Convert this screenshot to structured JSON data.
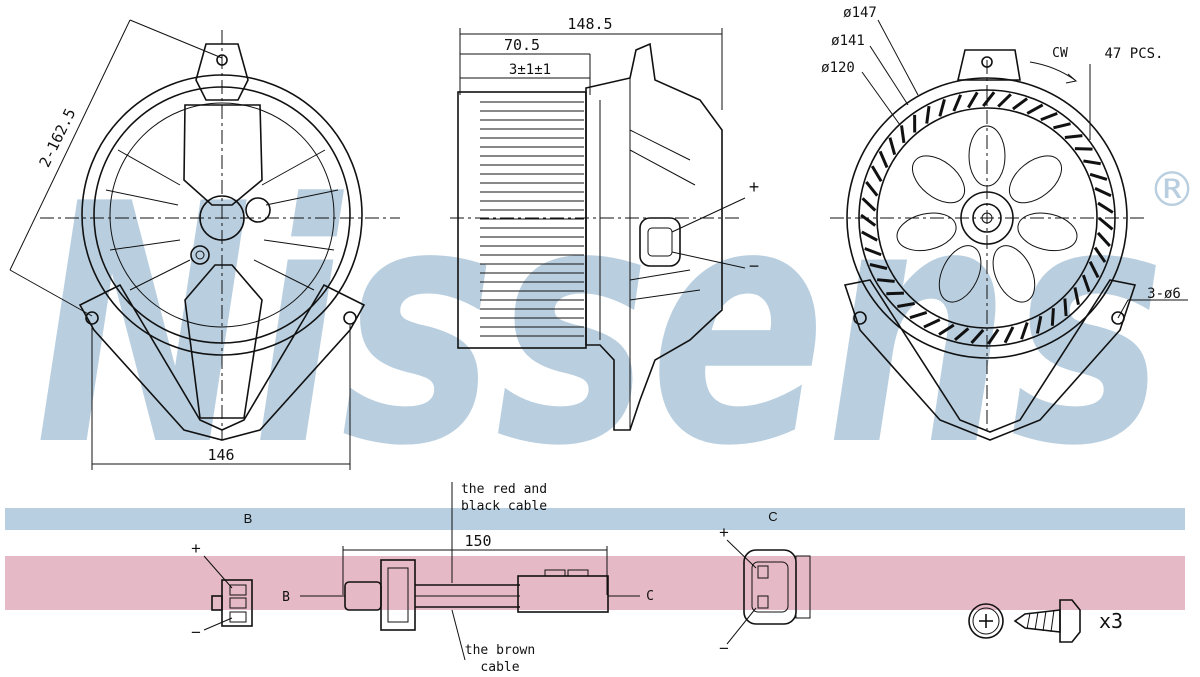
{
  "watermark": {
    "text": "Nissens",
    "registered": "®",
    "color": "#b9cfe0"
  },
  "bands": [
    {
      "label": "B",
      "color": "#b7cfe0"
    },
    {
      "label": "C",
      "color": "#b7cfe0"
    },
    {
      "color": "#e6b9c6"
    }
  ],
  "dimensions": {
    "front_width": "146",
    "front_diagonal": "2-162.5",
    "side_total": "148.5",
    "side_depth": "70.5",
    "side_offset": "3±1±1",
    "rear_d1": "ø147",
    "rear_d2": "ø141",
    "rear_d3": "ø120",
    "rotation": "CW",
    "blade_count": "47 PCS.",
    "mount_holes": "3-ø6",
    "cable_length": "150"
  },
  "polarity": {
    "plus": "+",
    "minus": "−"
  },
  "cables": {
    "red_black_line1": "the red and",
    "red_black_line2": "black cable",
    "brown_line1": "the brown",
    "brown_line2": "cable"
  },
  "connectors": {
    "b": "B",
    "c": "C"
  },
  "screws": {
    "qty": "x3"
  },
  "colors": {
    "line": "#111111",
    "band_blue": "#b7cfe0",
    "band_pink": "#e6b9c6"
  }
}
